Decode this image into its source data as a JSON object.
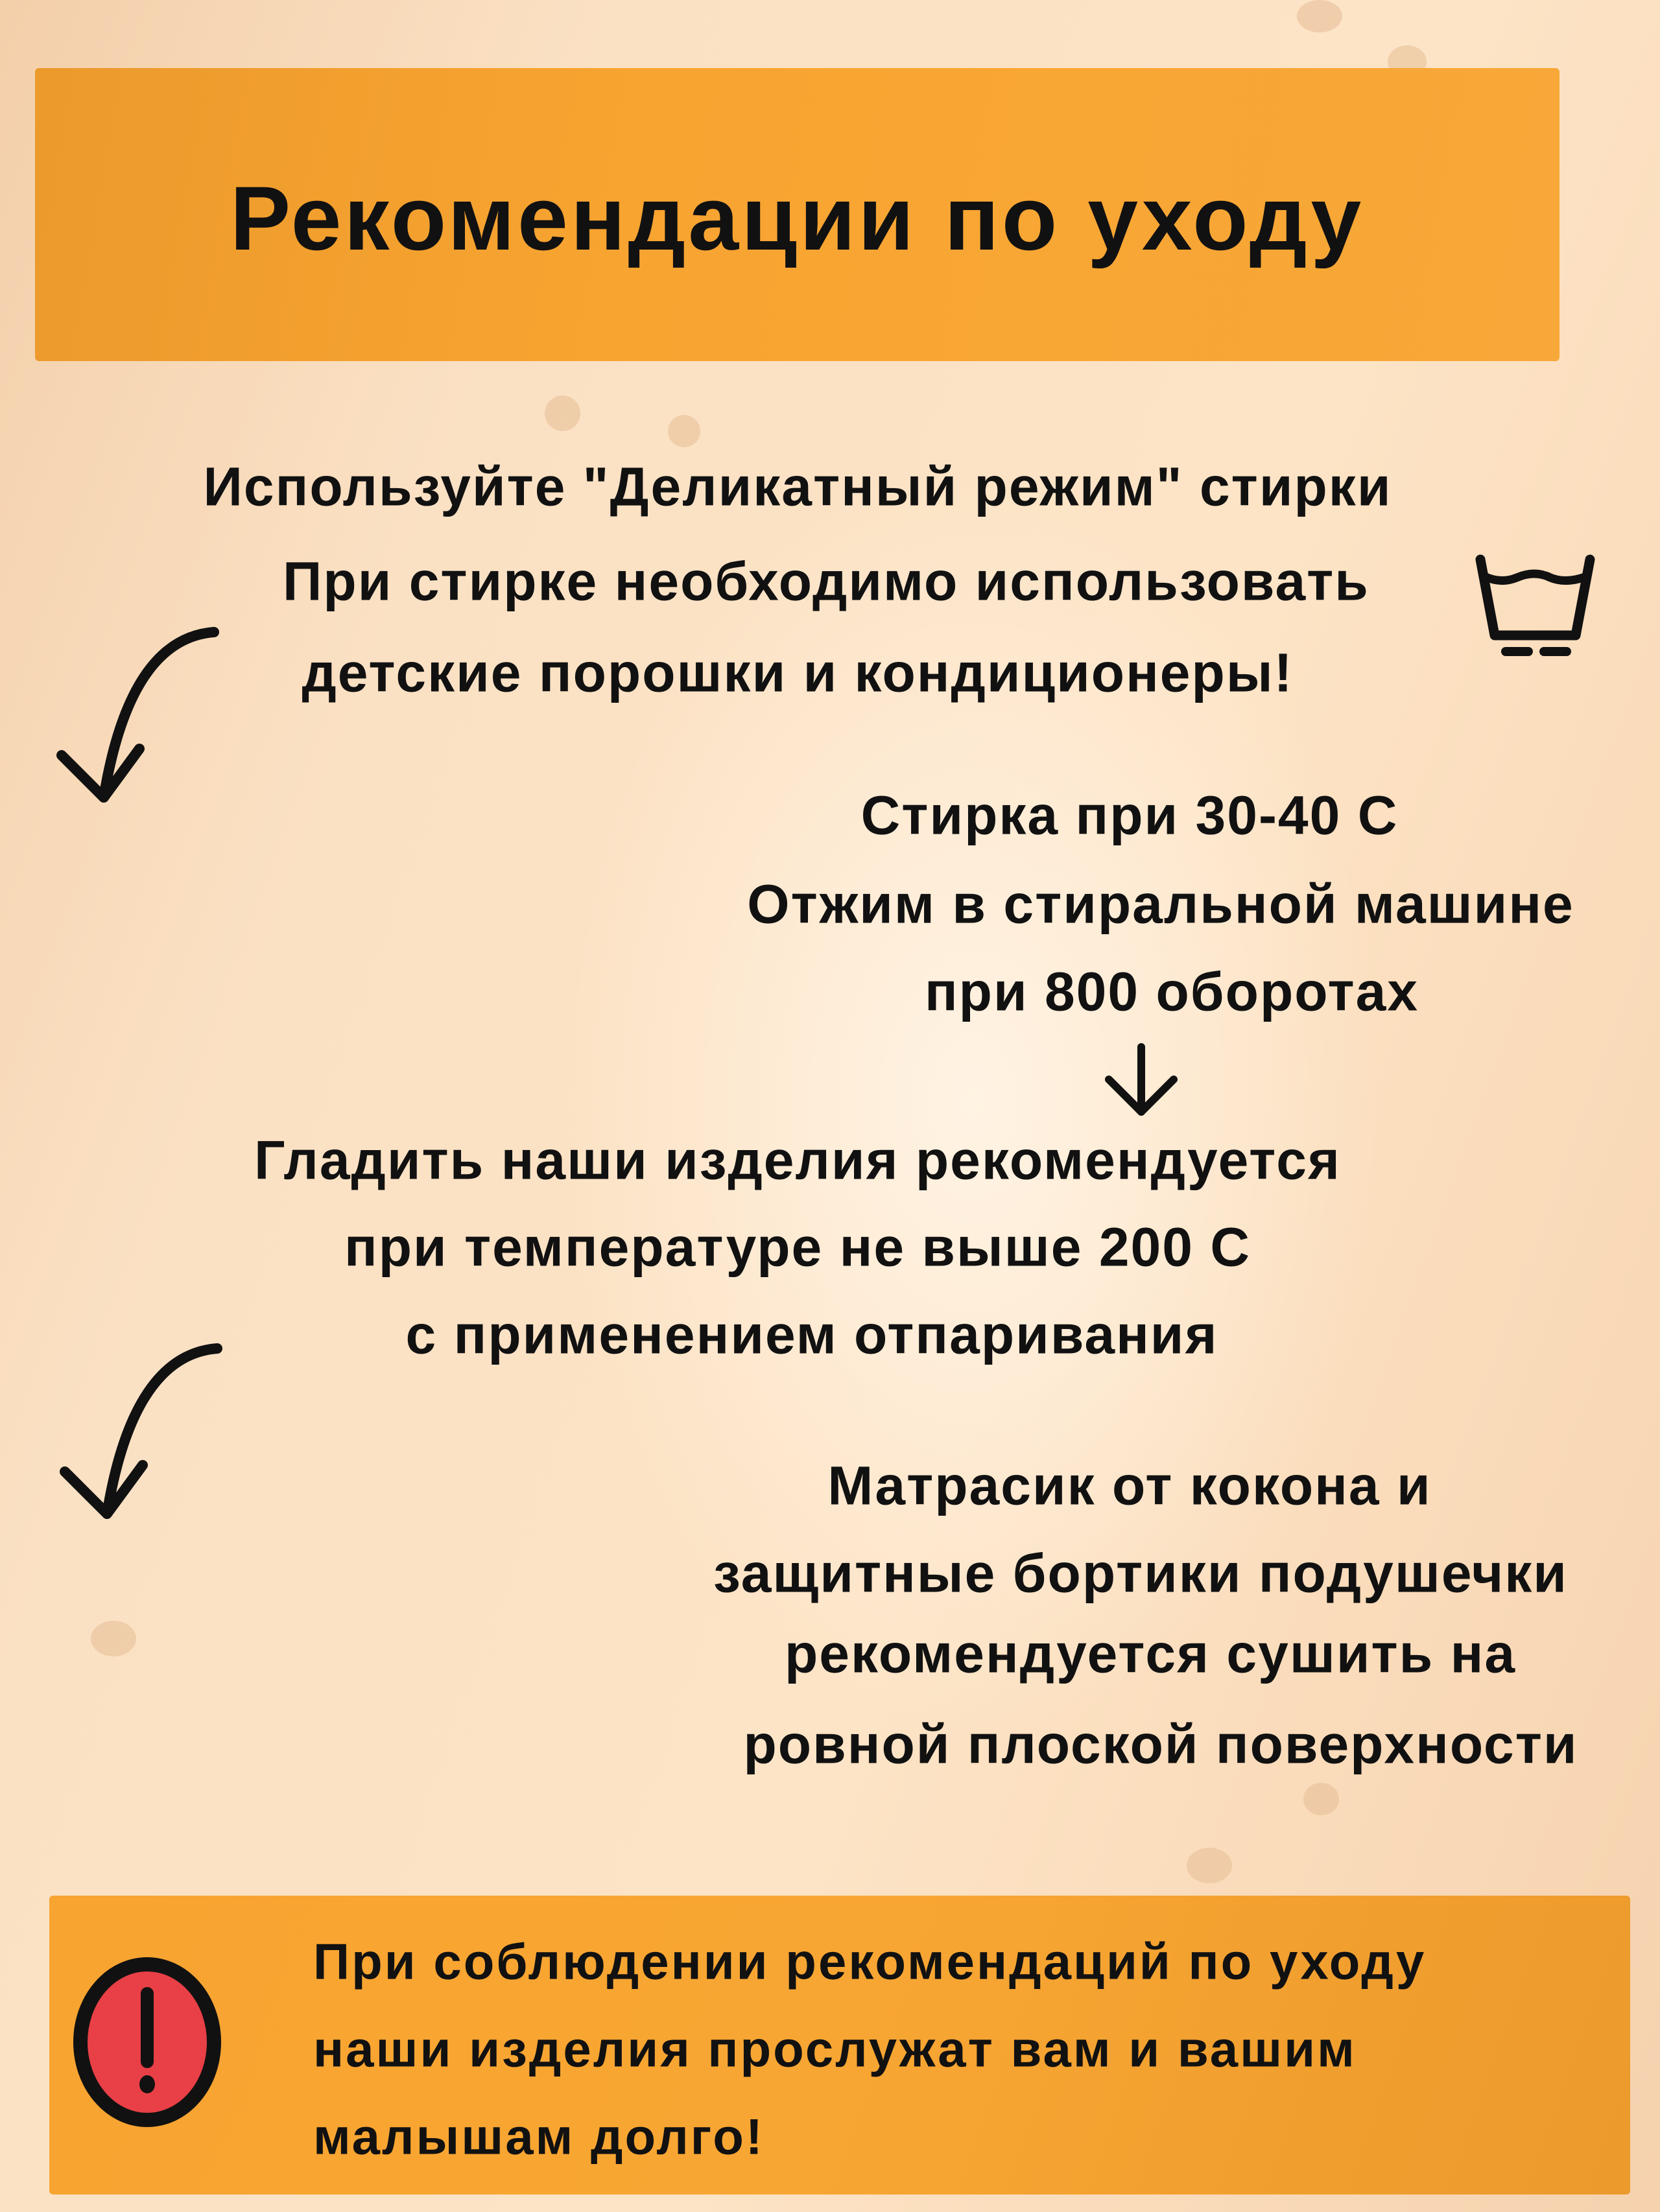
{
  "header": {
    "title": "Рекомендации по уходу"
  },
  "washing": {
    "lines": [
      "Используйте \"Деликатный режим\" стирки",
      "При стирке необходимо использовать",
      "детские порошки и кондиционеры!"
    ],
    "icon": "delicate-wash-icon"
  },
  "temperature": {
    "lines": [
      "Стирка при 30-40 С",
      "Отжим в стиральной машине",
      "при 800 оборотах"
    ]
  },
  "ironing": {
    "lines": [
      "Гладить наши изделия рекомендуется",
      "при температуре не выше 200 С",
      "с применением отпаривания"
    ]
  },
  "drying": {
    "lines": [
      "Матрасик от кокона и",
      "защитные бортики подушечки",
      "рекомендуется сушить на",
      "ровной плоской поверхности"
    ]
  },
  "notice": {
    "icon": "exclamation-icon",
    "lines": [
      "При соблюдении рекомендаций по уходу",
      "наши изделия прослужат вам и вашим",
      "малышам долго!"
    ]
  },
  "colors": {
    "banner": "#f8a431",
    "background": "#fde0bd",
    "alert": "#e84046",
    "text": "#111111"
  }
}
